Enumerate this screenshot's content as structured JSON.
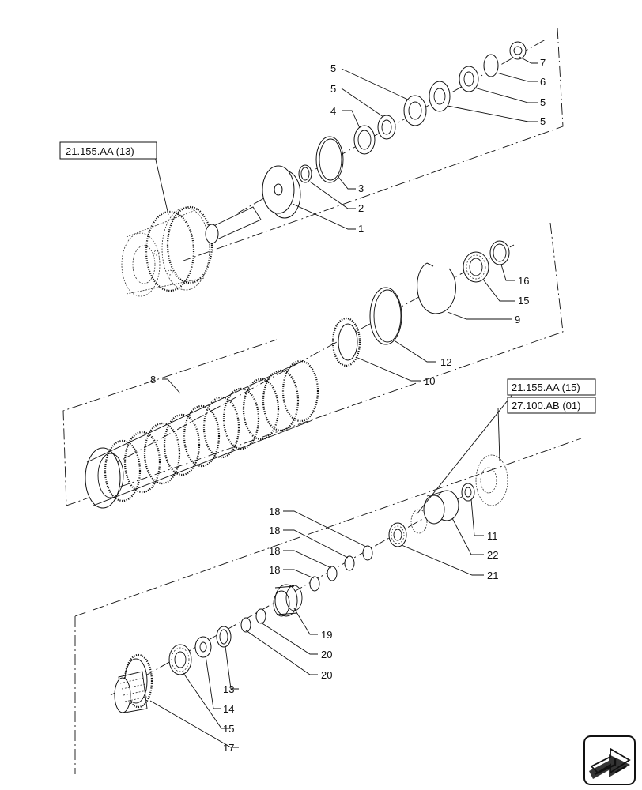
{
  "references": [
    {
      "id": "ref-21155aa-13",
      "text": "21.155.AA (13)"
    },
    {
      "id": "ref-21155aa-15",
      "text": "21.155.AA (15)"
    },
    {
      "id": "ref-27100ab-01",
      "text": "27.100.AB (01)"
    }
  ],
  "callouts": {
    "c7": "7",
    "c6": "6",
    "c5a": "5",
    "c5b": "5",
    "c5c": "5",
    "c5d": "5",
    "c4": "4",
    "c3": "3",
    "c2": "2",
    "c1": "1",
    "c16": "16",
    "c15a": "15",
    "c9": "9",
    "c12": "12",
    "c10": "10",
    "c8": "8",
    "c11": "11",
    "c22": "22",
    "c21": "21",
    "c18a": "18",
    "c18b": "18",
    "c18c": "18",
    "c18d": "18",
    "c19": "19",
    "c20a": "20",
    "c20b": "20",
    "c13": "13",
    "c14": "14",
    "c15b": "15",
    "c17": "17"
  },
  "nav": {
    "icon": "next-page-arrow-icon"
  }
}
